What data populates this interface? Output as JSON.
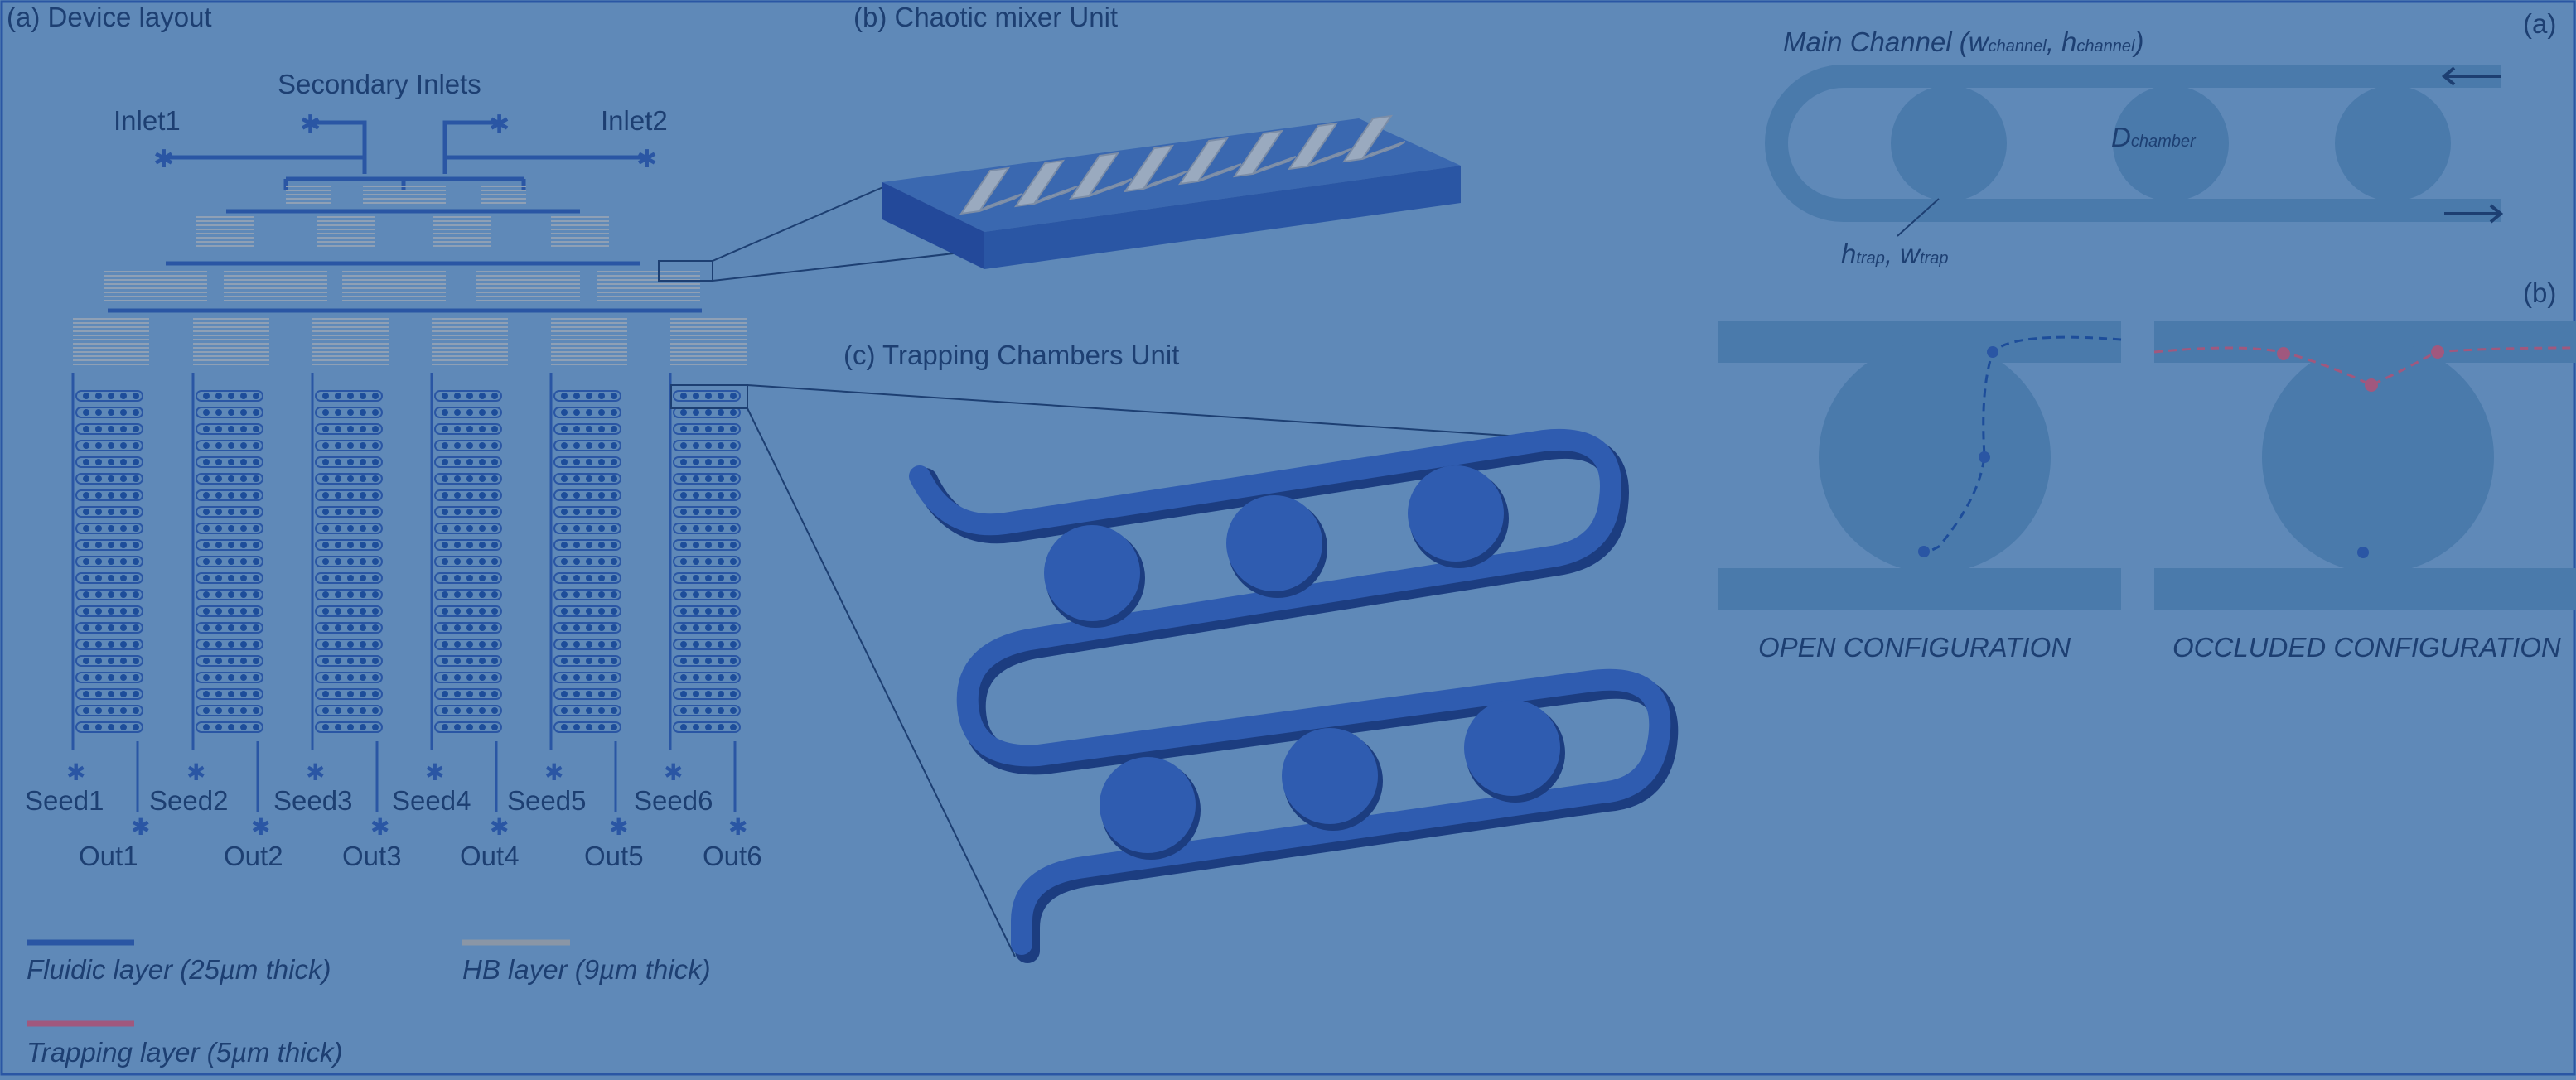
{
  "panels": {
    "device_layout": "(a) Device layout",
    "mixer": "(b) Chaotic mixer Unit",
    "trapping": "(c) Trapping Chambers Unit",
    "right_a": "(a)",
    "right_b": "(b)"
  },
  "device": {
    "secondary_inlets": "Secondary Inlets",
    "inlet1": "Inlet1",
    "inlet2": "Inlet2",
    "seeds": [
      "Seed1",
      "Seed2",
      "Seed3",
      "Seed4",
      "Seed5",
      "Seed6"
    ],
    "outs": [
      "Out1",
      "Out2",
      "Out3",
      "Out4",
      "Out5",
      "Out6"
    ]
  },
  "legend": {
    "fluidic": "Fluidic layer (25µm thick)",
    "hb": "HB layer (9µm thick)",
    "trapping": "Trapping layer (5µm thick)",
    "colors": {
      "fluidic": "#2a56a4",
      "hb": "#8a96a6",
      "trapping": "#a0587e"
    }
  },
  "schematic": {
    "main_channel": "Main Channel",
    "w_sym": "w",
    "w_sub": "channel",
    "h_sym": "h",
    "h_sub": "channel",
    "d_sym": "D",
    "d_sub": "chamber",
    "htrap_sym": "h",
    "htrap_sub": "trap",
    "wtrap_sym": "w",
    "wtrap_sub": "trap",
    "open": "OPEN CONFIGURATION",
    "occluded": "OCCLUDED CONFIGURATION"
  }
}
